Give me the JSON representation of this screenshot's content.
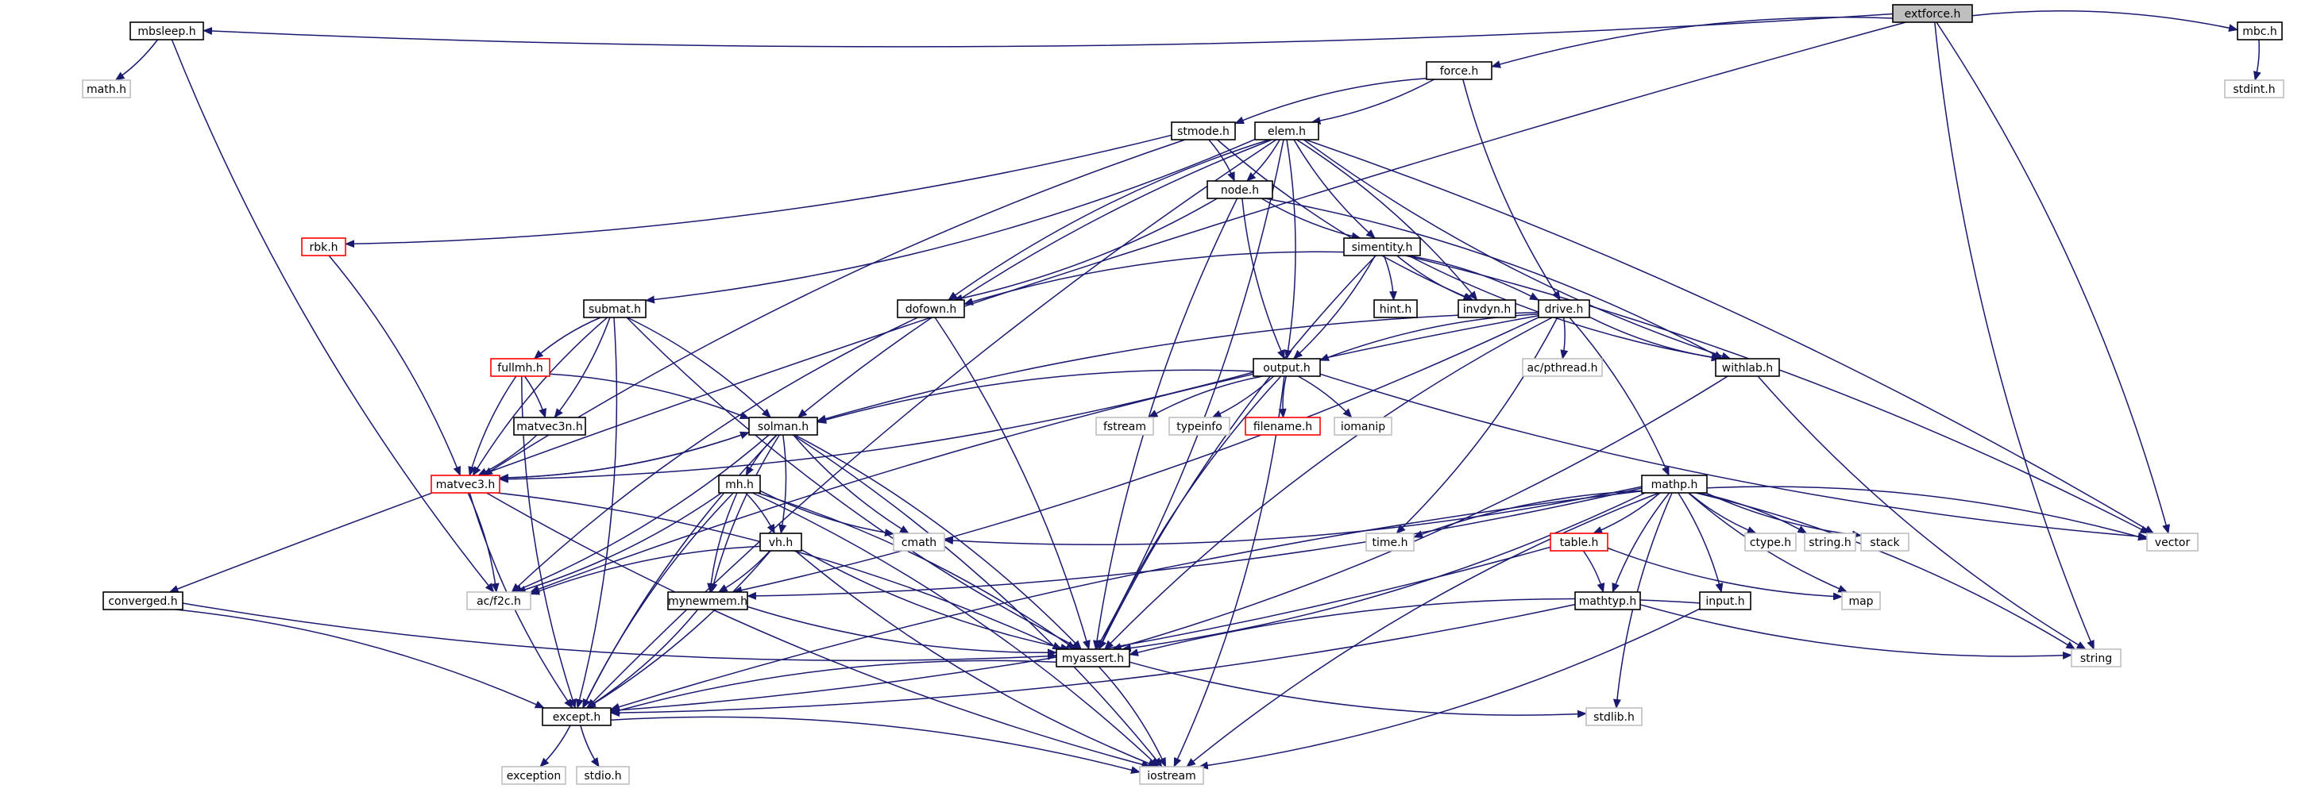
{
  "colors": {
    "edge": "#191970",
    "root_fill": "#bfbfbf",
    "root_border": "#000000",
    "normal_border": "#000000",
    "external_border": "#bfbfbf",
    "external_text": "#000000",
    "truncated_border": "#ff0000"
  },
  "nodes": [
    {
      "id": "extforce",
      "label": "extforce.h",
      "kind": "root"
    },
    {
      "id": "mbsleep",
      "label": "mbsleep.h",
      "kind": "normal"
    },
    {
      "id": "force",
      "label": "force.h",
      "kind": "normal"
    },
    {
      "id": "mbc",
      "label": "mbc.h",
      "kind": "normal"
    },
    {
      "id": "mathh",
      "label": "math.h",
      "kind": "external"
    },
    {
      "id": "stdint",
      "label": "stdint.h",
      "kind": "external"
    },
    {
      "id": "stmode",
      "label": "stmode.h",
      "kind": "normal"
    },
    {
      "id": "elem",
      "label": "elem.h",
      "kind": "normal"
    },
    {
      "id": "node",
      "label": "node.h",
      "kind": "normal"
    },
    {
      "id": "rbk",
      "label": "rbk.h",
      "kind": "truncated"
    },
    {
      "id": "simentity",
      "label": "simentity.h",
      "kind": "normal"
    },
    {
      "id": "submat",
      "label": "submat.h",
      "kind": "normal"
    },
    {
      "id": "dofown",
      "label": "dofown.h",
      "kind": "normal"
    },
    {
      "id": "hint",
      "label": "hint.h",
      "kind": "normal"
    },
    {
      "id": "invdyn",
      "label": "invdyn.h",
      "kind": "normal"
    },
    {
      "id": "drive",
      "label": "drive.h",
      "kind": "normal"
    },
    {
      "id": "fullmh",
      "label": "fullmh.h",
      "kind": "truncated"
    },
    {
      "id": "output",
      "label": "output.h",
      "kind": "normal"
    },
    {
      "id": "acpthread",
      "label": "ac/pthread.h",
      "kind": "external"
    },
    {
      "id": "withlab",
      "label": "withlab.h",
      "kind": "normal"
    },
    {
      "id": "matvec3n",
      "label": "matvec3n.h",
      "kind": "normal"
    },
    {
      "id": "solman",
      "label": "solman.h",
      "kind": "normal"
    },
    {
      "id": "fstream",
      "label": "fstream",
      "kind": "external"
    },
    {
      "id": "typeinfo",
      "label": "typeinfo",
      "kind": "external"
    },
    {
      "id": "filename",
      "label": "filename.h",
      "kind": "truncated"
    },
    {
      "id": "iomanip",
      "label": "iomanip",
      "kind": "external"
    },
    {
      "id": "matvec3",
      "label": "matvec3.h",
      "kind": "truncated"
    },
    {
      "id": "mh",
      "label": "mh.h",
      "kind": "normal"
    },
    {
      "id": "mathp",
      "label": "mathp.h",
      "kind": "normal"
    },
    {
      "id": "cmath",
      "label": "cmath",
      "kind": "external"
    },
    {
      "id": "timeh",
      "label": "time.h",
      "kind": "external"
    },
    {
      "id": "table",
      "label": "table.h",
      "kind": "truncated"
    },
    {
      "id": "ctype",
      "label": "ctype.h",
      "kind": "external"
    },
    {
      "id": "stringh",
      "label": "string.h",
      "kind": "external"
    },
    {
      "id": "stack",
      "label": "stack",
      "kind": "external"
    },
    {
      "id": "vector",
      "label": "vector",
      "kind": "external"
    },
    {
      "id": "vh",
      "label": "vh.h",
      "kind": "normal"
    },
    {
      "id": "converged",
      "label": "converged.h",
      "kind": "normal"
    },
    {
      "id": "acf2c",
      "label": "ac/f2c.h",
      "kind": "external"
    },
    {
      "id": "mynewmem",
      "label": "mynewmem.h",
      "kind": "normal"
    },
    {
      "id": "mathtyp",
      "label": "mathtyp.h",
      "kind": "normal"
    },
    {
      "id": "input",
      "label": "input.h",
      "kind": "normal"
    },
    {
      "id": "map",
      "label": "map",
      "kind": "external"
    },
    {
      "id": "myassert",
      "label": "myassert.h",
      "kind": "normal"
    },
    {
      "id": "string",
      "label": "string",
      "kind": "external"
    },
    {
      "id": "except",
      "label": "except.h",
      "kind": "normal"
    },
    {
      "id": "stdlib",
      "label": "stdlib.h",
      "kind": "external"
    },
    {
      "id": "exception",
      "label": "exception",
      "kind": "external"
    },
    {
      "id": "stdio",
      "label": "stdio.h",
      "kind": "external"
    },
    {
      "id": "iostream",
      "label": "iostream",
      "kind": "external"
    }
  ],
  "edges": [
    [
      "extforce",
      "mbsleep"
    ],
    [
      "extforce",
      "force"
    ],
    [
      "extforce",
      "mbc"
    ],
    [
      "extforce",
      "converged"
    ],
    [
      "extforce",
      "vector"
    ],
    [
      "extforce",
      "string"
    ],
    [
      "mbsleep",
      "mathh"
    ],
    [
      "mbsleep",
      "acf2c"
    ],
    [
      "mbc",
      "stdint"
    ],
    [
      "force",
      "stmode"
    ],
    [
      "force",
      "elem"
    ],
    [
      "force",
      "drive"
    ],
    [
      "stmode",
      "node"
    ],
    [
      "stmode",
      "invdyn"
    ],
    [
      "stmode",
      "rbk"
    ],
    [
      "stmode",
      "matvec3"
    ],
    [
      "elem",
      "node"
    ],
    [
      "elem",
      "simentity"
    ],
    [
      "elem",
      "invdyn"
    ],
    [
      "elem",
      "withlab"
    ],
    [
      "elem",
      "output"
    ],
    [
      "elem",
      "dofown"
    ],
    [
      "elem",
      "submat"
    ],
    [
      "elem",
      "solman"
    ],
    [
      "elem",
      "myassert"
    ],
    [
      "elem",
      "except"
    ],
    [
      "elem",
      "vector"
    ],
    [
      "node",
      "simentity"
    ],
    [
      "node",
      "dofown"
    ],
    [
      "node",
      "output"
    ],
    [
      "node",
      "withlab"
    ],
    [
      "node",
      "myassert"
    ],
    [
      "rbk",
      "matvec3"
    ],
    [
      "simentity",
      "dofown"
    ],
    [
      "simentity",
      "hint"
    ],
    [
      "simentity",
      "invdyn"
    ],
    [
      "simentity",
      "drive"
    ],
    [
      "simentity",
      "withlab"
    ],
    [
      "simentity",
      "output"
    ],
    [
      "simentity",
      "myassert"
    ],
    [
      "simentity",
      "vector"
    ],
    [
      "submat",
      "fullmh"
    ],
    [
      "submat",
      "matvec3n"
    ],
    [
      "submat",
      "matvec3"
    ],
    [
      "submat",
      "solman"
    ],
    [
      "submat",
      "myassert"
    ],
    [
      "submat",
      "except"
    ],
    [
      "dofown",
      "acf2c"
    ],
    [
      "dofown",
      "myassert"
    ],
    [
      "drive",
      "output"
    ],
    [
      "drive",
      "acpthread"
    ],
    [
      "drive",
      "withlab"
    ],
    [
      "drive",
      "mathp"
    ],
    [
      "drive",
      "solman"
    ],
    [
      "drive",
      "mynewmem"
    ],
    [
      "drive",
      "acf2c"
    ],
    [
      "drive",
      "timeh"
    ],
    [
      "drive",
      "myassert"
    ],
    [
      "fullmh",
      "matvec3n"
    ],
    [
      "fullmh",
      "matvec3"
    ],
    [
      "fullmh",
      "solman"
    ],
    [
      "fullmh",
      "except"
    ],
    [
      "matvec3n",
      "matvec3"
    ],
    [
      "output",
      "fstream"
    ],
    [
      "output",
      "typeinfo"
    ],
    [
      "output",
      "filename"
    ],
    [
      "output",
      "iomanip"
    ],
    [
      "output",
      "solman"
    ],
    [
      "output",
      "matvec3"
    ],
    [
      "output",
      "myassert"
    ],
    [
      "output",
      "iostream"
    ],
    [
      "output",
      "vector"
    ],
    [
      "withlab",
      "myassert"
    ],
    [
      "withlab",
      "string"
    ],
    [
      "solman",
      "matvec3"
    ],
    [
      "solman",
      "mh"
    ],
    [
      "solman",
      "vh"
    ],
    [
      "solman",
      "cmath"
    ],
    [
      "solman",
      "acf2c"
    ],
    [
      "solman",
      "mynewmem"
    ],
    [
      "solman",
      "myassert"
    ],
    [
      "solman",
      "except"
    ],
    [
      "solman",
      "iostream"
    ],
    [
      "matvec3",
      "solman"
    ],
    [
      "matvec3",
      "acf2c"
    ],
    [
      "matvec3",
      "except"
    ],
    [
      "matvec3",
      "myassert"
    ],
    [
      "matvec3",
      "iostream"
    ],
    [
      "mh",
      "vh"
    ],
    [
      "mh",
      "cmath"
    ],
    [
      "mh",
      "acf2c"
    ],
    [
      "mh",
      "mynewmem"
    ],
    [
      "mh",
      "myassert"
    ],
    [
      "mh",
      "except"
    ],
    [
      "mh",
      "iostream"
    ],
    [
      "vh",
      "acf2c"
    ],
    [
      "vh",
      "mynewmem"
    ],
    [
      "vh",
      "myassert"
    ],
    [
      "vh",
      "except"
    ],
    [
      "vh",
      "iostream"
    ],
    [
      "mathp",
      "cmath"
    ],
    [
      "mathp",
      "timeh"
    ],
    [
      "mathp",
      "table"
    ],
    [
      "mathp",
      "ctype"
    ],
    [
      "mathp",
      "stringh"
    ],
    [
      "mathp",
      "stack"
    ],
    [
      "mathp",
      "vector"
    ],
    [
      "mathp",
      "map"
    ],
    [
      "mathp",
      "string"
    ],
    [
      "mathp",
      "mathtyp"
    ],
    [
      "mathp",
      "input"
    ],
    [
      "mathp",
      "stdlib"
    ],
    [
      "mathp",
      "myassert"
    ],
    [
      "mathp",
      "except"
    ],
    [
      "mathp",
      "mynewmem"
    ],
    [
      "mathp",
      "iostream"
    ],
    [
      "table",
      "mathtyp"
    ],
    [
      "table",
      "map"
    ],
    [
      "table",
      "except"
    ],
    [
      "converged",
      "myassert"
    ],
    [
      "converged",
      "except"
    ],
    [
      "mynewmem",
      "myassert"
    ],
    [
      "mynewmem",
      "except"
    ],
    [
      "mathtyp",
      "string"
    ],
    [
      "mathtyp",
      "except"
    ],
    [
      "input",
      "myassert"
    ],
    [
      "input",
      "iostream"
    ],
    [
      "myassert",
      "except"
    ],
    [
      "myassert",
      "iostream"
    ],
    [
      "myassert",
      "stdlib"
    ],
    [
      "except",
      "exception"
    ],
    [
      "except",
      "stdio"
    ],
    [
      "except",
      "iostream"
    ]
  ]
}
